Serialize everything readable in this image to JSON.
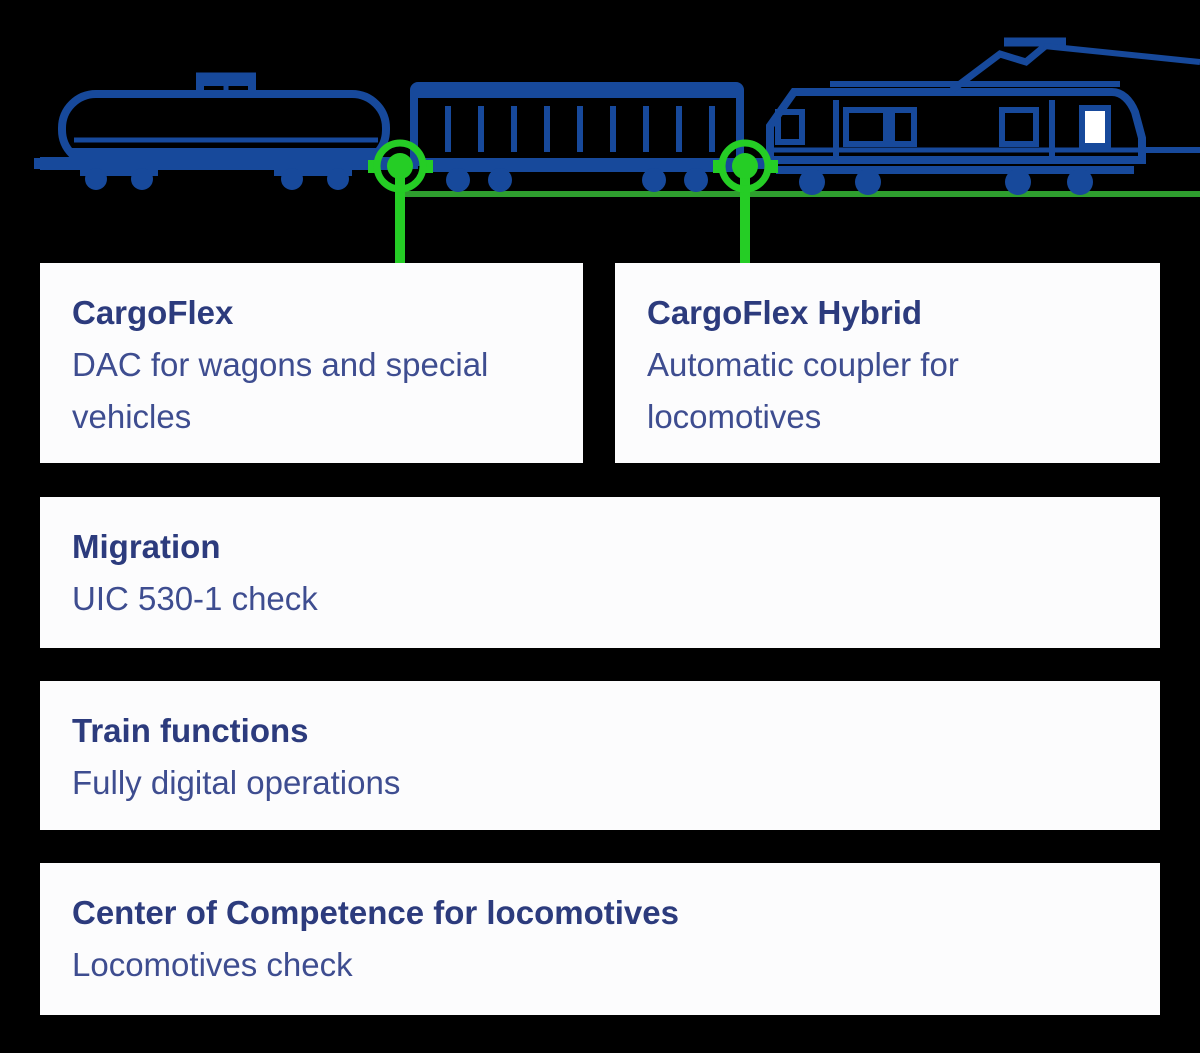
{
  "page": {
    "background_color": "#000000"
  },
  "illustration": {
    "icons": [
      {
        "name": "tank-wagon-icon"
      },
      {
        "name": "freight-wagon-icon"
      },
      {
        "name": "electric-locomotive-icon"
      },
      {
        "name": "pantograph-icon"
      },
      {
        "name": "coupler-hotspot-icon"
      },
      {
        "name": "coupler-hotspot-icon"
      }
    ],
    "colors": {
      "train_blue": "#17499B",
      "hotspot_green": "#25CD25",
      "rail_green": "#2E9E2E",
      "window_highlight": "#FFFFFF"
    }
  },
  "cards": {
    "card_bg": "#FCFCFD",
    "title_color": "#2C3B7D",
    "body_color": "#3E4D90",
    "items": [
      {
        "title": "CargoFlex",
        "description": "DAC for wagons and special vehicles"
      },
      {
        "title": "CargoFlex Hybrid",
        "description": "Automatic coupler for locomotives"
      },
      {
        "title": "Migration",
        "description": "UIC 530-1 check"
      },
      {
        "title": "Train functions",
        "description": "Fully digital operations"
      },
      {
        "title": "Center of Competence for locomotives",
        "description": "Locomotives check"
      }
    ]
  }
}
